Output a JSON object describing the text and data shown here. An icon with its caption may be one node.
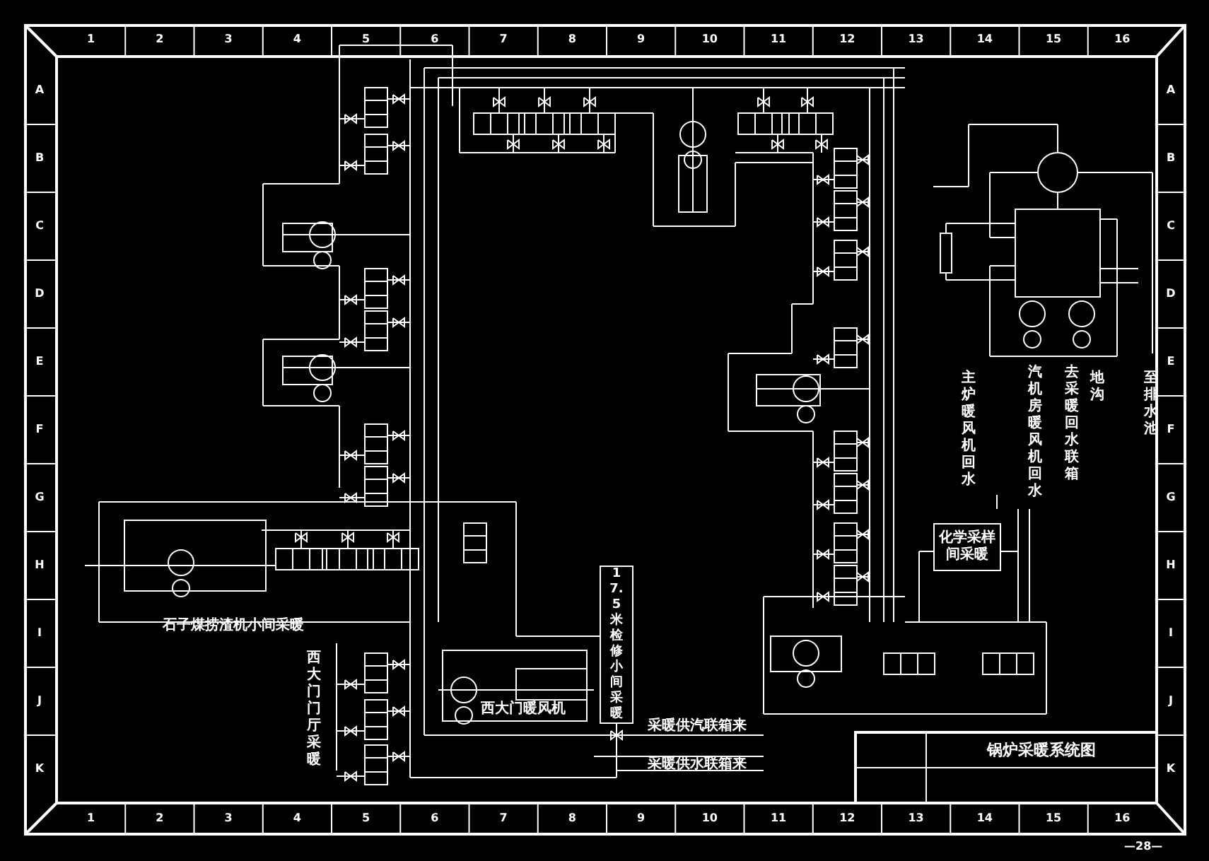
{
  "diagram": {
    "title": "锅炉采暖系统图",
    "nodes": [
      {
        "text": [
          "17.5米检修小间采暖"
        ]
      },
      {
        "text": [
          "化学采样间采暖"
        ]
      }
    ],
    "labels": [
      "1",
      "2",
      "3",
      "4",
      "5",
      "6",
      "7",
      "8",
      "9",
      "10",
      "11",
      "12",
      "13",
      "14",
      "15",
      "16",
      "A",
      "A",
      "B",
      "B",
      "C",
      "C",
      "D",
      "D",
      "E",
      "E",
      "F",
      "F",
      "G",
      "G",
      "H",
      "H",
      "I",
      "I",
      "J",
      "J",
      "K",
      "K",
      "主炉暖风机回水",
      "汽机房暖风机回水",
      "去采暖回水联箱",
      "地沟",
      "至排水池",
      "石子煤捞渣机小间采暖",
      "西大门门厅采暖",
      "西大门暖风机",
      "采暖供汽联箱来",
      "采暖供水联箱来",
      "1",
      "2",
      "3",
      "4",
      "5",
      "6",
      "7",
      "8",
      "9",
      "10",
      "11",
      "12",
      "13",
      "14",
      "15",
      "16",
      "—28—"
    ]
  }
}
